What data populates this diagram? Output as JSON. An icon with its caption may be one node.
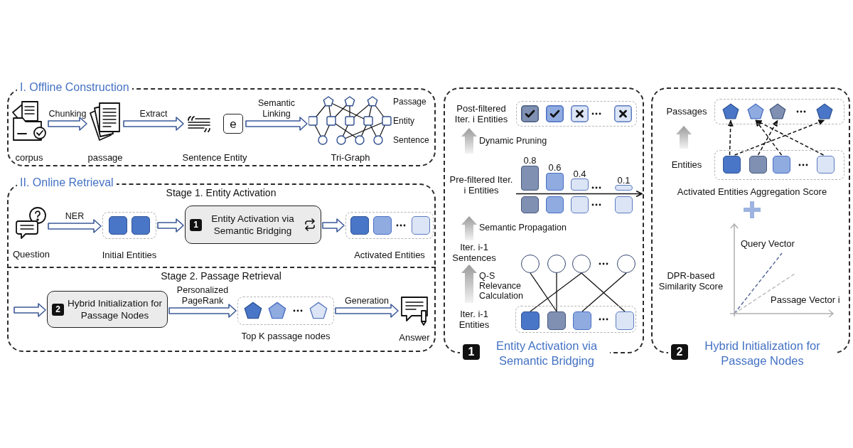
{
  "diagram": {
    "nodes": [
      {
        "text": [
          "I. Offline Construction"
        ]
      },
      {
        "text": [
          "corpus"
        ],
        "in": 0
      },
      {
        "text": [
          "passage"
        ],
        "in": 0
      },
      {
        "text": [
          "e",
          "Sentence Entity"
        ],
        "in": 0
      },
      {
        "text": [
          "Tri-Graph"
        ],
        "in": 0,
        "beside": [
          "Passage",
          "Entity",
          "Sentence"
        ]
      },
      {
        "text": [
          "II. Online Retrieval"
        ]
      },
      {
        "text": [
          "Question"
        ],
        "in": 5
      },
      {
        "text": [
          "Initial Entities"
        ],
        "in": 5
      },
      {
        "text": [
          "1",
          "Entity Activation via Semantic Bridging"
        ],
        "in": 5
      },
      {
        "text": [
          "Activated Entities"
        ],
        "in": 5
      },
      {
        "text": [
          "2",
          "Hybrid Initialization for Passage Nodes"
        ],
        "in": 5
      },
      {
        "text": [
          "Top K passage nodes"
        ],
        "in": 5
      },
      {
        "text": [
          "Answer"
        ],
        "in": 5
      },
      {
        "text": [
          "1",
          "Entity Activation via Semantic Bridging"
        ]
      },
      {
        "text": [
          "Post-filtered Iter. i Entities"
        ],
        "in": 13
      },
      {
        "text": [
          "Pre-filtered Iter. i Entities",
          "0.8",
          "0.6",
          "0.4",
          "0.1"
        ],
        "in": 13
      },
      {
        "text": [
          "Iter. i-1 Sentences"
        ],
        "in": 13
      },
      {
        "text": [],
        "shape": "circle",
        "in": 13
      },
      {
        "text": [],
        "shape": "circle",
        "in": 13
      },
      {
        "text": [],
        "shape": "circle",
        "in": 13
      },
      {
        "text": [],
        "shape": "circle",
        "in": 13
      },
      {
        "text": [
          "Iter. i-1 Entities"
        ],
        "in": 13
      },
      {
        "text": [],
        "shape": "box",
        "in": 21
      },
      {
        "text": [],
        "shape": "box",
        "in": 21
      },
      {
        "text": [],
        "shape": "box",
        "in": 21
      },
      {
        "text": [],
        "shape": "box",
        "in": 21
      },
      {
        "text": [
          "2",
          "Hybrid Initialization for Passage Nodes"
        ]
      },
      {
        "text": [
          "Passages"
        ],
        "in": 26
      },
      {
        "text": [],
        "shape": "pentagon",
        "in": 27
      },
      {
        "text": [],
        "shape": "pentagon",
        "in": 27
      },
      {
        "text": [],
        "shape": "pentagon",
        "in": 27
      },
      {
        "text": [],
        "shape": "pentagon",
        "in": 27
      },
      {
        "text": [
          "Entities"
        ],
        "in": 26
      },
      {
        "text": [],
        "shape": "box",
        "in": 32
      },
      {
        "text": [],
        "shape": "box",
        "in": 32
      },
      {
        "text": [],
        "shape": "box",
        "in": 32
      },
      {
        "text": [],
        "shape": "box",
        "in": 32
      }
    ],
    "edges": [
      {
        "from": 1,
        "to": 2,
        "arrow": "to",
        "label": "Chunking",
        "style": "thick",
        "color": "#3d5a98"
      },
      {
        "from": 2,
        "to": 3,
        "arrow": "to",
        "label": "Extract",
        "style": "thick",
        "color": "#3d5a98"
      },
      {
        "from": 3,
        "to": 4,
        "arrow": "to",
        "label": "Semantic Linking",
        "style": "thick",
        "color": "#3d5a98"
      },
      {
        "from": 6,
        "to": 7,
        "arrow": "to",
        "label": "NER",
        "style": "thick",
        "color": "#3d5a98"
      },
      {
        "from": 7,
        "to": 8,
        "arrow": "to",
        "style": "thick",
        "color": "#3d5a98"
      },
      {
        "from": 8,
        "to": 9,
        "arrow": "to",
        "style": "thick",
        "color": "#3d5a98"
      },
      {
        "from": null,
        "to": 10,
        "arrow": "to",
        "style": "thick",
        "color": "#3d5a98"
      },
      {
        "from": 10,
        "to": 11,
        "arrow": "to",
        "label": "Personalized PageRank",
        "style": "thick",
        "color": "#3d5a98"
      },
      {
        "from": 11,
        "to": 12,
        "arrow": "to",
        "label": "Generation",
        "style": "thick",
        "color": "#3d5a98"
      },
      {
        "from": 15,
        "to": 14,
        "arrow": "to",
        "label": "Dynamic Pruning",
        "style": "thick",
        "color": "#9a9a9a"
      },
      {
        "from": 16,
        "to": 15,
        "arrow": "to",
        "label": "Semantic Propagation",
        "style": "thick",
        "color": "#9a9a9a"
      },
      {
        "from": 21,
        "to": 16,
        "arrow": "to",
        "label": "Q-S Relevance Calculation",
        "style": "thick",
        "color": "#9a9a9a"
      },
      {
        "from": 22,
        "to": 19,
        "arrow": "none"
      },
      {
        "from": 23,
        "to": 17,
        "arrow": "none"
      },
      {
        "from": 23,
        "to": 18,
        "arrow": "none"
      },
      {
        "from": 24,
        "to": 20,
        "arrow": "none"
      },
      {
        "from": 25,
        "to": 19,
        "arrow": "none"
      },
      {
        "from": 33,
        "to": 28,
        "arrow": "to",
        "style": "dashed"
      },
      {
        "from": 33,
        "to": 31,
        "arrow": "to",
        "style": "dashed"
      },
      {
        "from": 34,
        "to": 30,
        "arrow": "to",
        "style": "dashed"
      },
      {
        "from": 35,
        "to": 29,
        "arrow": "to",
        "style": "dashed"
      },
      {
        "from": 36,
        "to": 29,
        "arrow": "to",
        "style": "dashed"
      },
      {
        "from": 32,
        "to": 27,
        "arrow": "to",
        "style": "thick",
        "color": "#9a9a9a"
      }
    ],
    "labels": [
      "Stage 1. Entity Activation",
      "Stage 2. Passage Retrieval",
      "Activated Entities Aggregation Score",
      "Query Vector",
      "DPR-based Similarity Score",
      "Passage Vector i"
    ]
  }
}
